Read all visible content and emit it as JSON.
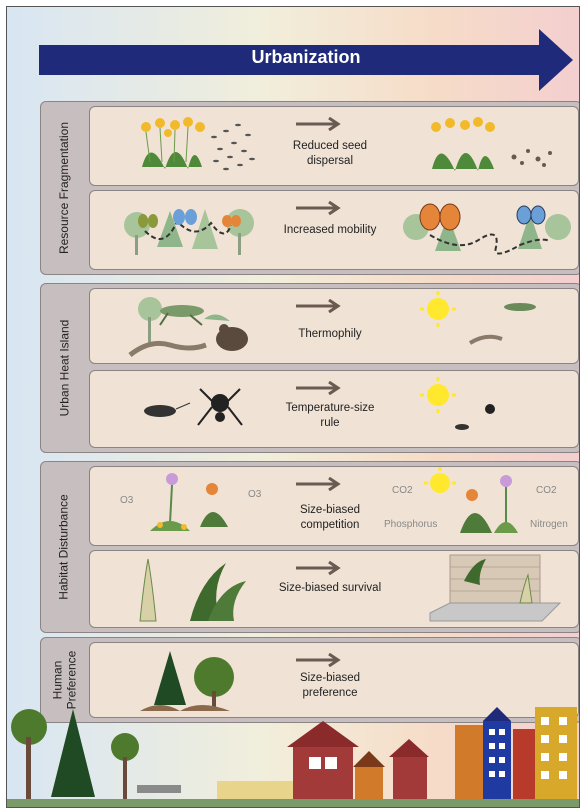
{
  "arrow_title": "Urbanization",
  "groups": [
    {
      "label": "Resource Fragmentation",
      "rows": [
        {
          "text": "Reduced seed dispersal"
        },
        {
          "text": "Increased mobility"
        }
      ]
    },
    {
      "label": "Urban Heat Island",
      "rows": [
        {
          "text": "Thermophily"
        },
        {
          "text": "Temperature-size rule"
        }
      ]
    },
    {
      "label": "Habitat Disturbance",
      "rows": [
        {
          "text": "Size-biased competition",
          "left_labels": [
            "O3",
            "O3"
          ],
          "right_labels": [
            "CO2",
            "Phosphorus",
            "CO2",
            "Nitrogen"
          ]
        },
        {
          "text": "Size-biased survival"
        }
      ]
    },
    {
      "label": "Human Preference",
      "rows": [
        {
          "text": "Size-biased preference"
        }
      ]
    }
  ],
  "colors": {
    "arrow": "#1f2a7a",
    "group_bg": "#c7bfbf",
    "row_bg": "#f0e3d5",
    "sun": "#ffe82e",
    "butterfly_blue": "#6a9fd8",
    "butterfly_orange": "#e4853a"
  },
  "icons": [
    "dandelion-icon",
    "seed-icon",
    "butterfly-icon",
    "tree-icon",
    "grasshopper-icon",
    "lizard-icon",
    "toad-icon",
    "sun-icon",
    "beetle-icon",
    "spider-icon",
    "flower-icon",
    "fern-icon",
    "grass-icon",
    "brick-wall-icon",
    "road-icon",
    "building-icon",
    "house-icon"
  ]
}
